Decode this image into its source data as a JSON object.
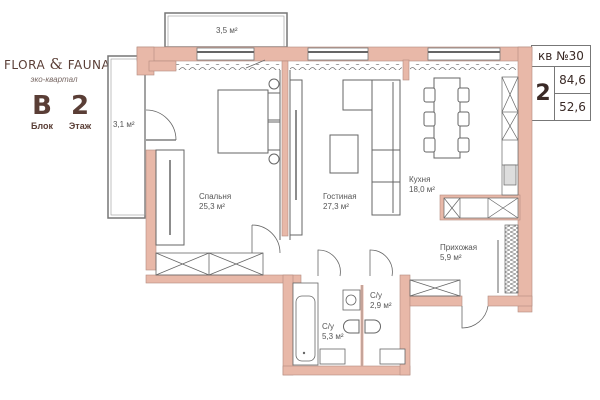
{
  "brand": {
    "title_left": "FLORA",
    "ampersand": "&",
    "title_right": "FAUNA",
    "subtitle": "эко-квартал"
  },
  "building": {
    "block_value": "B",
    "block_label": "Блок",
    "floor_value": "2",
    "floor_label": "Этаж"
  },
  "apartment_info": {
    "header": "кв №30",
    "rooms": "2",
    "total_area": "84,6",
    "living_area": "52,6"
  },
  "rooms": [
    {
      "name": "Спальня",
      "area": "25,3 м²"
    },
    {
      "name": "Гостиная",
      "area": "27,3 м²"
    },
    {
      "name": "Кухня",
      "area": "18,0 м²"
    },
    {
      "name": "Прихожая",
      "area": "5,9 м²"
    },
    {
      "name": "С/у",
      "area": "5,3 м²"
    },
    {
      "name": "С/у",
      "area": "2,9 м²"
    }
  ],
  "balconies": [
    {
      "area": "3,5 м²"
    },
    {
      "area": "3,1 м²"
    }
  ],
  "colors": {
    "wall": "#e8b8a8",
    "line": "#6f6f6f",
    "text": "#5a3e36"
  }
}
